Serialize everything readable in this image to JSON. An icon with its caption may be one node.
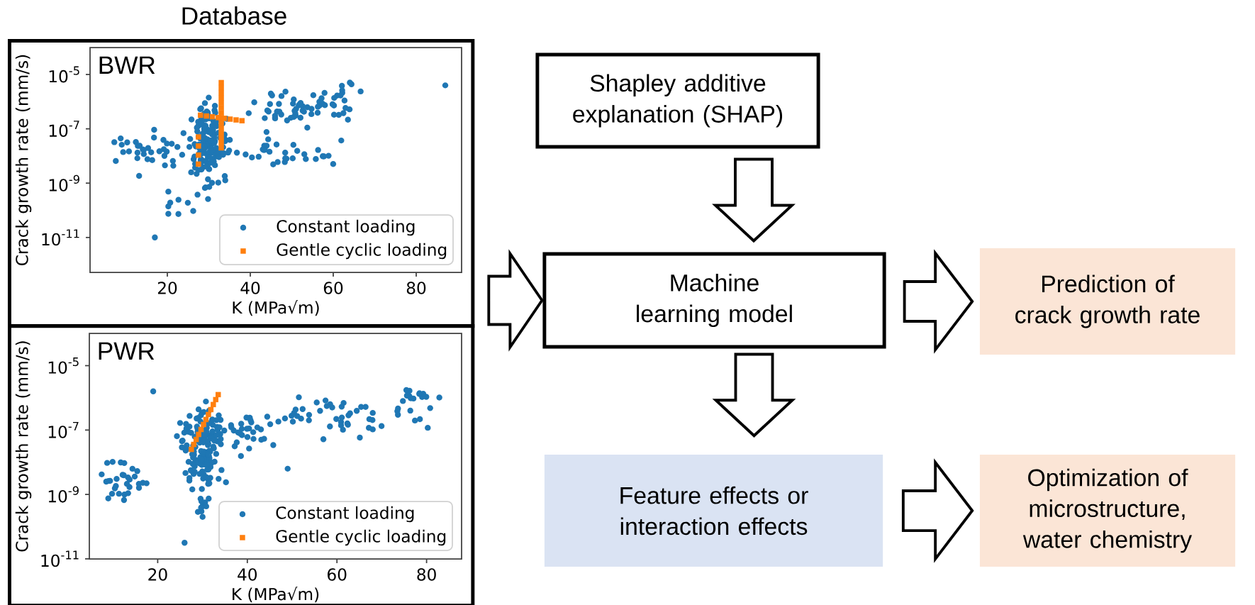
{
  "diagram": {
    "nodes": [
      {
        "text": [
          "BWR"
        ]
      },
      {
        "text": [
          "PWR"
        ]
      },
      {
        "text": [
          "Shapley additive explanation (SHAP)"
        ]
      },
      {
        "text": [
          "Machine learning model"
        ]
      },
      {
        "text": [
          "Prediction of crack growth rate"
        ]
      },
      {
        "text": [
          "Feature effects or interaction effects"
        ]
      },
      {
        "text": [
          "Optimization of microstructure, water chemistry"
        ]
      }
    ],
    "edges": [
      {
        "from": 2,
        "to": 3,
        "arrow": "to"
      },
      {
        "from": 0,
        "to": 3,
        "arrow": "to"
      },
      {
        "from": 1,
        "to": 3,
        "arrow": "to"
      },
      {
        "from": 3,
        "to": 4,
        "arrow": "to"
      },
      {
        "from": 3,
        "to": 5,
        "arrow": "to"
      },
      {
        "from": 5,
        "to": 6,
        "arrow": "to"
      }
    ],
    "labels": [
      "Database",
      "10$^{-5}$",
      "10$^{-7}$",
      "10$^{-9}$",
      "10$^{-11}$",
      "Crack growth rate (mm/s)",
      "20",
      "40",
      "60",
      "80",
      "K (MPa√m)",
      "10$^{-5}$",
      "10$^{-7}$",
      "10$^{-9}$",
      "10$^{-11}$",
      "Crack growth rate (mm/s)",
      "20",
      "40",
      "60",
      "80",
      "K (MPa√m)"
    ],
    "legend": [
      {
        "text": "Constant loading",
        "color": "#1f77b4"
      },
      {
        "text": "Gentle cyclic loading",
        "color": "#ff7f0e"
      },
      {
        "text": "Constant loading",
        "color": "#1f77b4"
      },
      {
        "text": "Gentle cyclic loading",
        "color": "#ff7f0e"
      }
    ]
  }
}
